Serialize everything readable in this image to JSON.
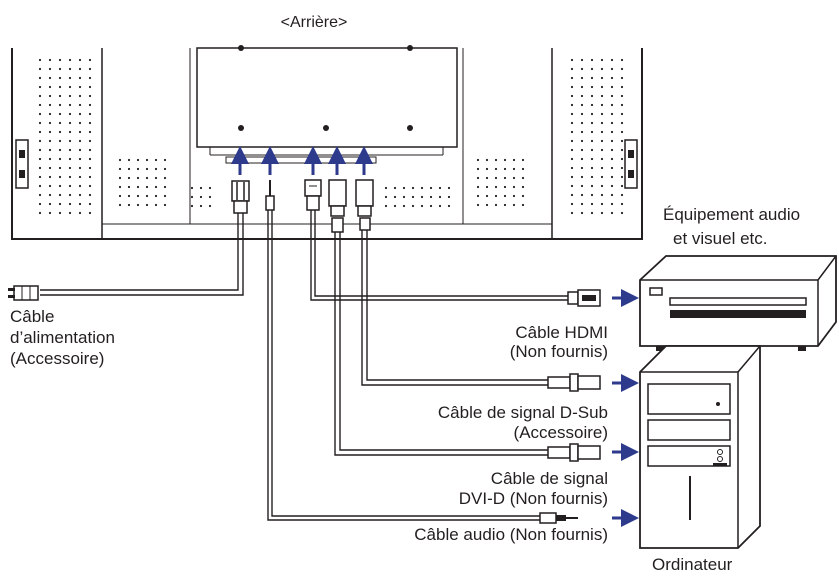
{
  "title": "<Arrière>",
  "labels": {
    "power_cable": [
      "Câble",
      "d’alimentation",
      "(Accessoire)"
    ],
    "hdmi_cable": [
      "Câble HDMI",
      "(Non fournis)"
    ],
    "dsub_cable": [
      "Câble de signal D-Sub",
      "(Accessoire)"
    ],
    "dvi_cable": [
      "Câble de signal",
      "DVI-D (Non fournis)"
    ],
    "audio_cable": [
      "Câble audio (Non fournis)"
    ],
    "av_equipment": [
      "Équipement audio",
      "et visuel etc."
    ],
    "computer": [
      "Ordinateur"
    ]
  },
  "colors": {
    "arrow": "#2e3a8c",
    "line": "#231f20"
  },
  "icons": [
    "up-arrow-icon",
    "right-arrow-icon",
    "power-plug-icon",
    "hdmi-plug-icon",
    "dsub-plug-icon",
    "dvi-plug-icon",
    "audio-jack-icon",
    "av-equipment-icon",
    "computer-tower-icon"
  ]
}
